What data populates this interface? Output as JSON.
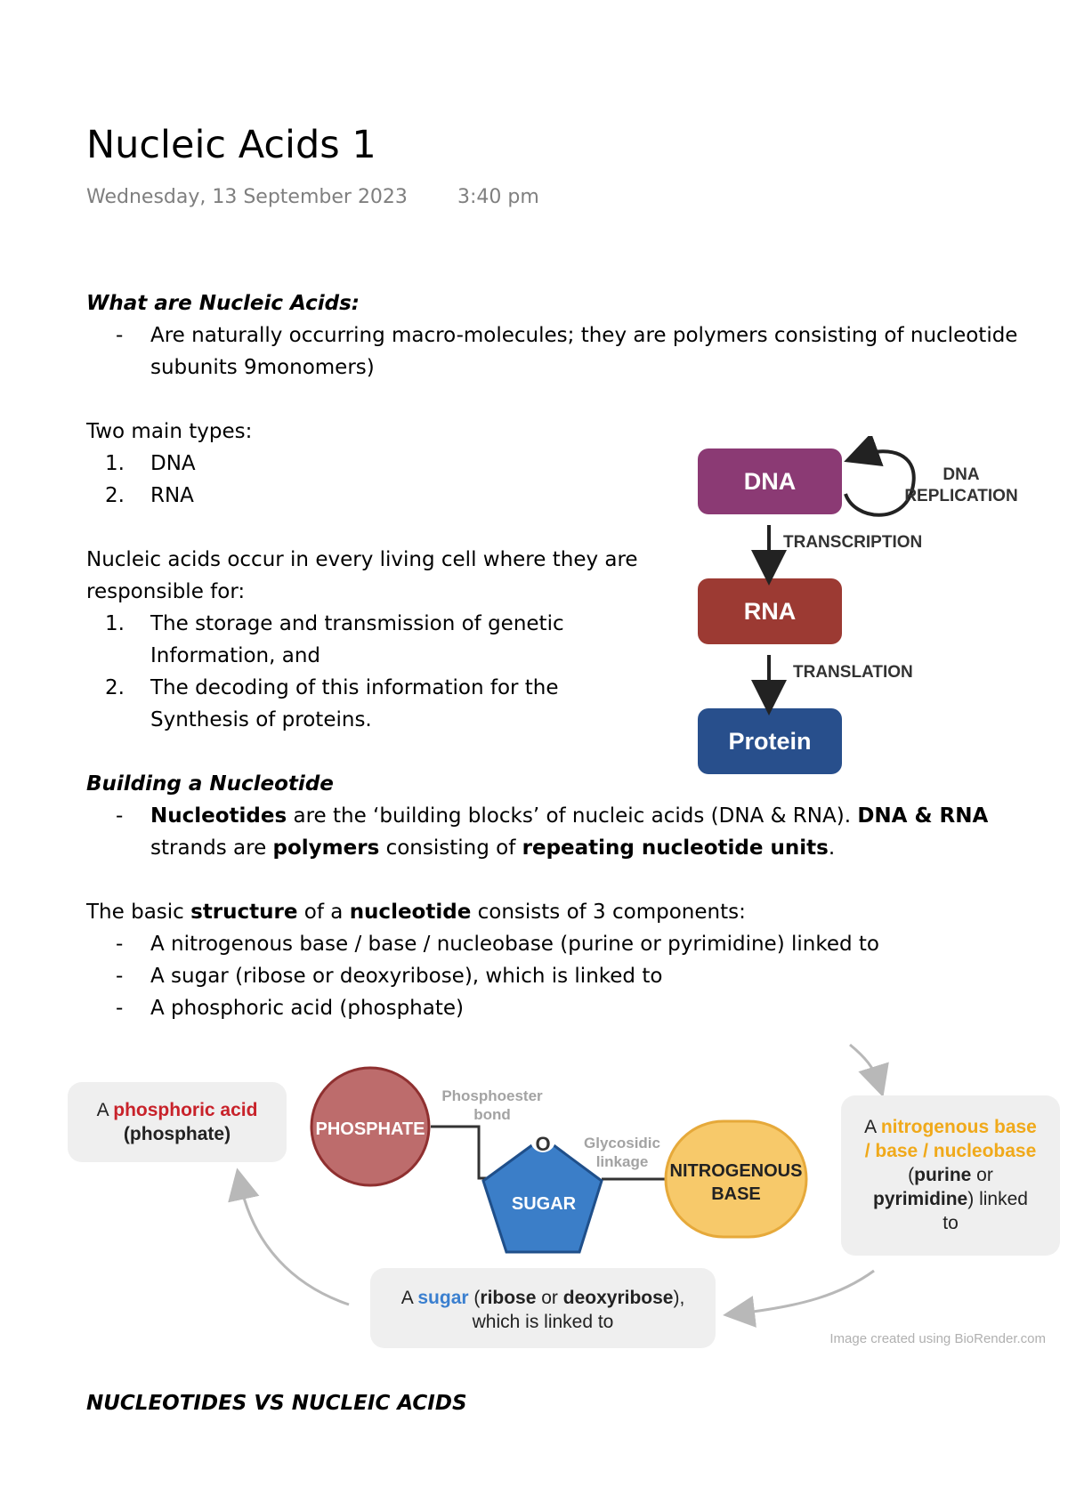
{
  "page": {
    "title": "Nucleic Acids 1",
    "date": "Wednesday, 13 September 2023",
    "time": "3:40 pm"
  },
  "sections": {
    "what_are": {
      "heading": "What are Nucleic Acids:",
      "bullet_line1": "Are naturally occurring macro-molecules; they are polymers consisting of nucleotide",
      "bullet_line2": "subunits 9monomers)"
    },
    "types": {
      "intro": "Two main types:",
      "items": [
        "DNA",
        "RNA"
      ]
    },
    "responsible": {
      "intro_line1": "Nucleic acids occur in every living cell where they are",
      "intro_line2": "responsible for:",
      "item1_line1": "The storage and transmission of genetic",
      "item1_line2": "Information, and",
      "item2_line1": "The decoding of this information for the",
      "item2_line2": "Synthesis of proteins."
    },
    "building": {
      "heading": "Building a Nucleotide",
      "b1": "Nucleotides",
      "t1": " are the ‘building blocks’ of nucleic acids (DNA & RNA). ",
      "b2": "DNA & RNA",
      "t2": "strands are ",
      "b3": "polymers",
      "t3": " consisting of ",
      "b4": "repeating nucleotide units",
      "t4": "."
    },
    "structure": {
      "t1": "The basic ",
      "b1": "structure",
      "t2": " of a ",
      "b2": "nucleotide",
      "t3": " consists of 3 components:",
      "items": [
        "A nitrogenous base / base / nucleobase (purine or pyrimidine) linked to",
        "A sugar (ribose or deoxyribose), which is linked to",
        "A phosphoric acid (phosphate)"
      ]
    },
    "footer_heading": "NUCLEOTIDES VS NUCLEIC ACIDS"
  },
  "bullet_symbol": "-",
  "flow_diagram": {
    "boxes": [
      "DNA",
      "RNA",
      "Protein"
    ],
    "replication_line1": "DNA",
    "replication_line2": "REPLICATION",
    "transcription": "TRANSCRIPTION",
    "translation": "TRANSLATION",
    "colors": {
      "dna": "#8b3a74",
      "rna": "#9c3a33",
      "protein": "#284f8c"
    }
  },
  "nucleotide_diagram": {
    "phosphate": "PHOSPHATE",
    "sugar": "SUGAR",
    "base_line1": "NITROGENOUS",
    "base_line2": "BASE",
    "oxygen": "O",
    "phosphoester_line1": "Phosphoester",
    "phosphoester_line2": "bond",
    "glycosidic_line1": "Glycosidic",
    "glycosidic_line2": "linkage",
    "card_phosphoric": {
      "a": "A ",
      "hl": "phosphoric acid",
      "line2": "(phosphate)"
    },
    "card_base": {
      "a": "A ",
      "hl1": "nitrogenous base",
      "hl2": "/ base / nucleobase",
      "p1": "(",
      "b1": "purine",
      "p2": " or",
      "b2": "pyrimidine",
      "p3": ") linked",
      "line_last": "to"
    },
    "card_sugar": {
      "a": "A ",
      "hl": "sugar",
      "p1": " (",
      "b1": "ribose",
      "p2": " or ",
      "b2": "deoxyribose",
      "p3": "),",
      "line2": "which is linked to"
    },
    "credit": "Image created using BioRender.com",
    "colors": {
      "phosphate": "#bd6c6c",
      "sugar": "#3b7ec8",
      "base": "#f7c96a"
    }
  }
}
